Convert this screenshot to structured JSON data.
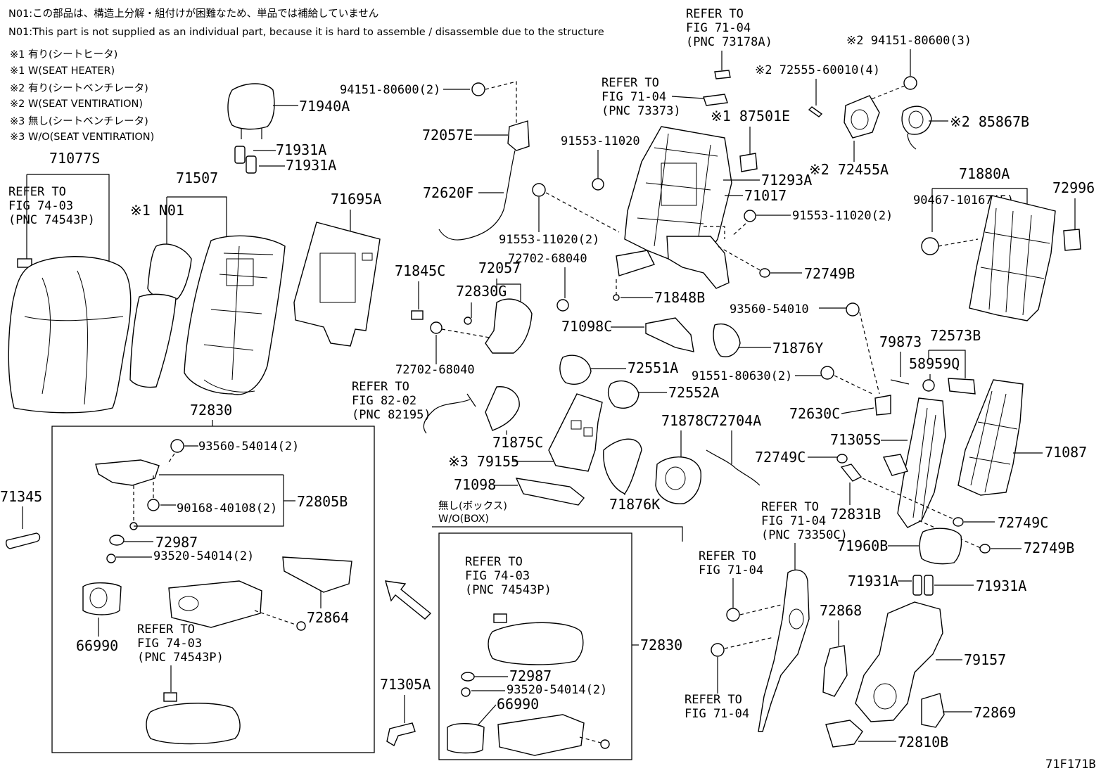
{
  "notes": {
    "n01_jp": "N01:この部品は、構造上分解・組付けが困難なため、単品では補給していません",
    "n01_en": "N01:This part is not supplied as an individual part, because it is hard to assemble / disassemble due to the structure",
    "k1_jp": "※1 有り(シートヒータ)",
    "k1_en": "※1 W(SEAT HEATER)",
    "k2_jp": "※2 有り(シートベンチレータ)",
    "k2_en": "※2 W(SEAT VENTIRATION)",
    "k3_jp": "※3 無し(シートベンチレータ)",
    "k3_en": "※3 W/O(SEAT VENTIRATION)"
  },
  "refs": {
    "fig7104": "FIG 71-04",
    "fig7403": "FIG 74-03",
    "fig8202": "FIG 82-02",
    "refer_to": "REFER TO",
    "pnc73178a": "(PNC 73178A)",
    "pnc73373": "(PNC 73373)",
    "pnc74543p": "(PNC 74543P)",
    "pnc82195": "(PNC 82195)",
    "pnc73350c": "(PNC 73350C)"
  },
  "wo_box": {
    "jp": "無し(ボックス)",
    "en": "W/O(BOX)"
  },
  "figure_id": "71F171B",
  "parts": {
    "p71940a": "71940A",
    "p71931a": "71931A",
    "p71077s": "71077S",
    "p71507": "71507",
    "n01": "※1 N01",
    "p71695a": "71695A",
    "p72830": "72830",
    "p93560_54014_2": "93560-54014(2)",
    "p90168": "90168-40108(2)",
    "p72805b": "72805B",
    "p72987": "72987",
    "p93520_54014_2": "93520-54014(2)",
    "p66990": "66990",
    "p72864": "72864",
    "p71345": "71345",
    "p71305a": "71305A",
    "p94151_2": "94151-80600(2)",
    "p72057e": "72057E",
    "p72620f": "72620F",
    "p71845c": "71845C",
    "p72057": "72057",
    "p72830g": "72830G",
    "p72702": "72702-68040",
    "p71098c": "71098C",
    "p72551a": "72551A",
    "p72552a": "72552A",
    "p71875c": "71875C",
    "p79155": "※3 79155",
    "p71098": "71098",
    "p91553": "91553-11020",
    "p91553_2": "91553-11020(2)",
    "p87501e": "※1 87501E",
    "p71293a": "71293A",
    "p71017": "71017",
    "p72749b": "72749B",
    "p71848b": "71848B",
    "p93560_54010": "93560-54010",
    "p71876y": "71876Y",
    "p91551": "91551-80630(2)",
    "p71878c": "71878C",
    "p72704a": "72704A",
    "p71876k": "71876K",
    "p72555": "※2 72555-60010(4)",
    "p94151_3": "※2 94151-80600(3)",
    "p85867b": "※2 85867B",
    "p72455a": "※2 72455A",
    "p71880a": "71880A",
    "p90467": "90467-10167(5)",
    "p72996": "72996",
    "p79873": "79873",
    "p72573b": "72573B",
    "p58959q": "58959Q",
    "p72630c": "72630C",
    "p71305s": "71305S",
    "p72749c": "72749C",
    "p71087": "71087",
    "p72831b": "72831B",
    "p71960b": "71960B",
    "p72868": "72868",
    "p79157": "79157",
    "p72869": "72869",
    "p72810b": "72810B"
  }
}
